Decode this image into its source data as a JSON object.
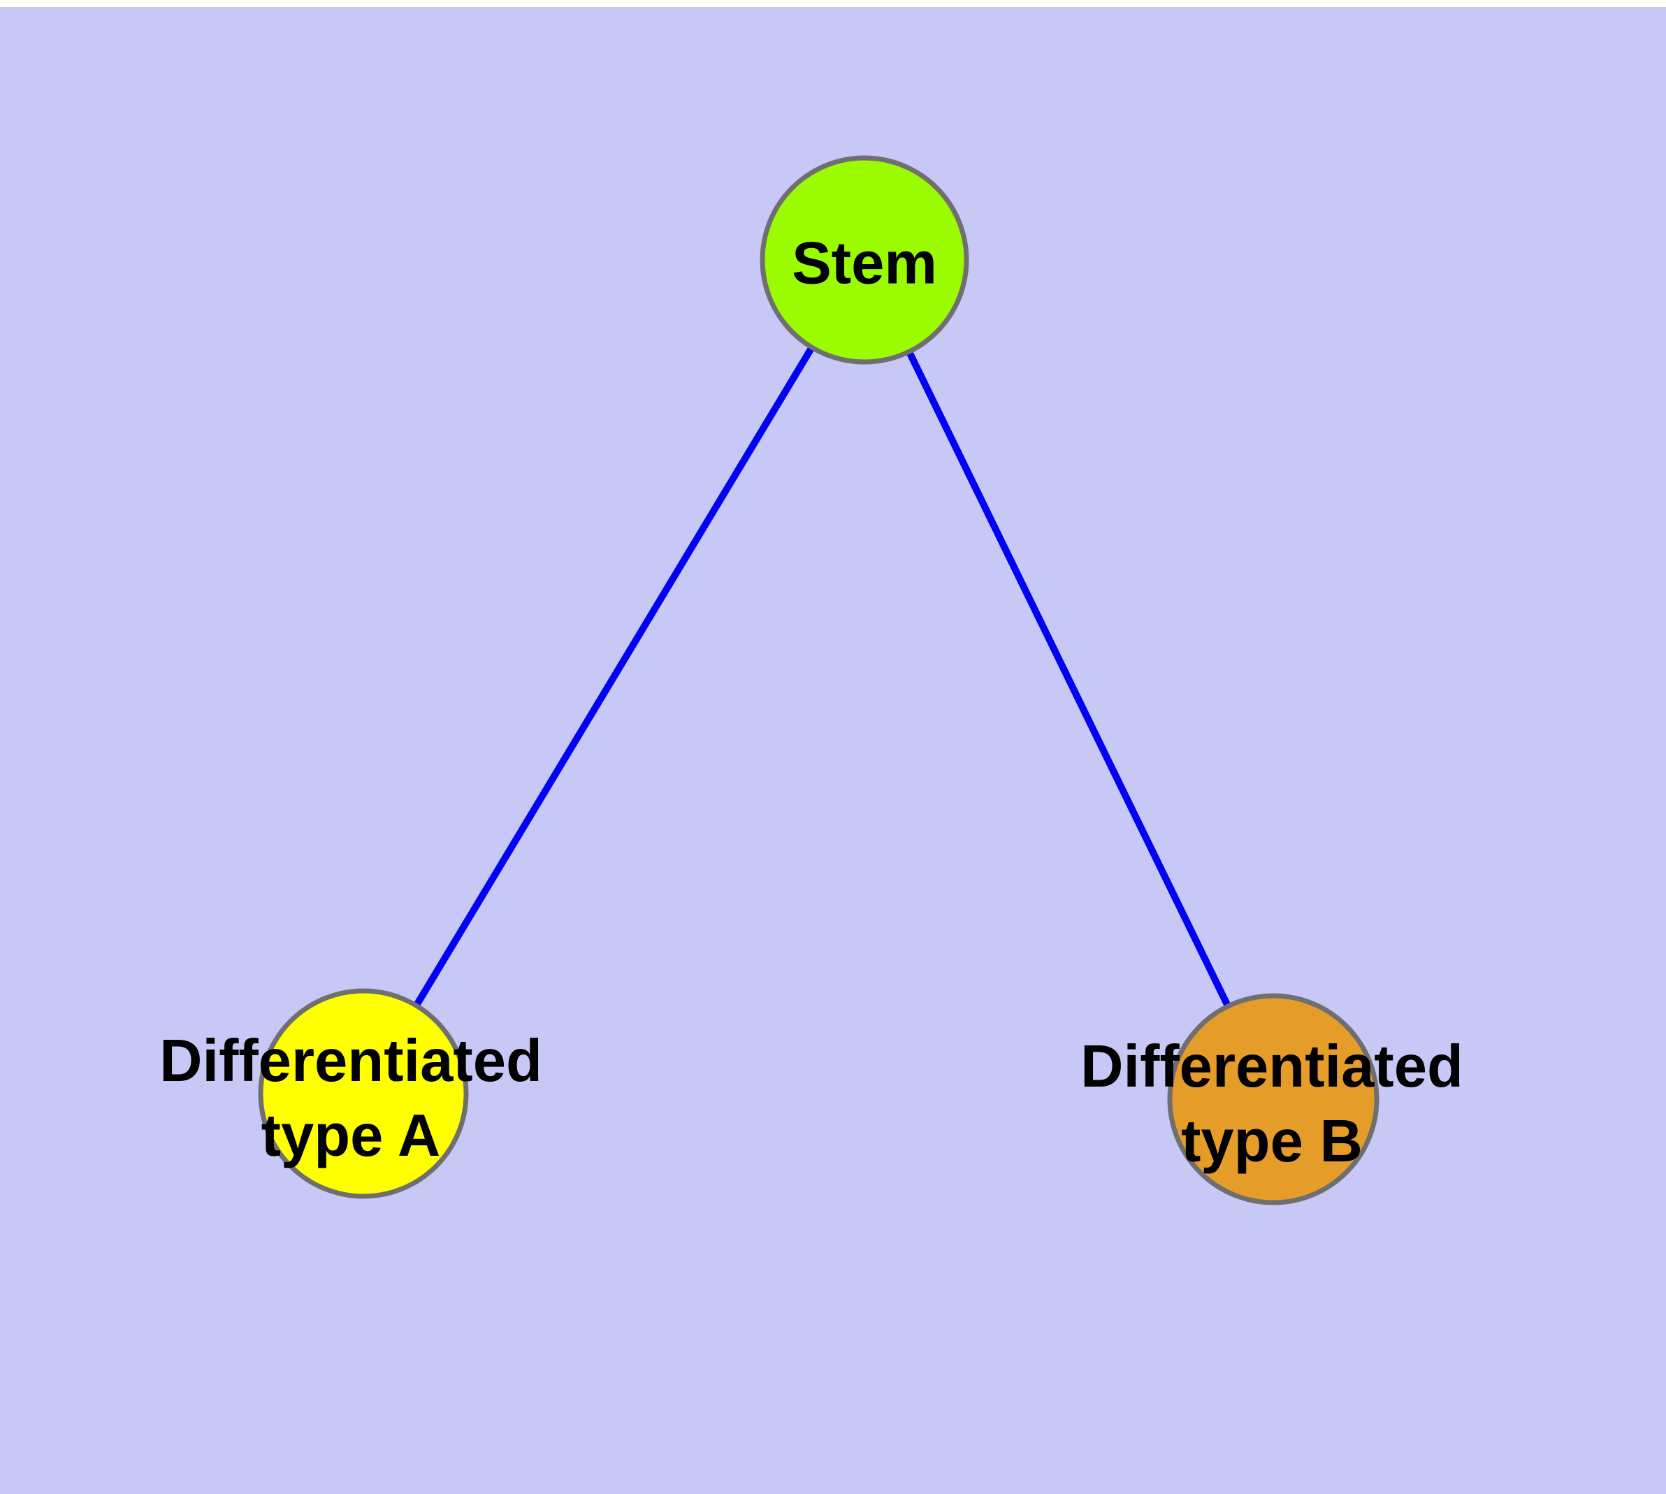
{
  "diagram": {
    "background_color": "#C8C8F7",
    "top_strip_color": "#FFFFFF",
    "nodes": {
      "stem": {
        "label": "Stem",
        "fill_color": "#9BFB00",
        "border_color": "#6F6F6F",
        "text_color": "#000000"
      },
      "type_a": {
        "label_line1": "Differentiated",
        "label_line2": "type A",
        "fill_color": "#FFFF00",
        "border_color": "#6F6F6F",
        "text_color": "#000000"
      },
      "type_b": {
        "label_line1": "Differentiated",
        "label_line2": "type B",
        "fill_color": "#E69C28",
        "border_color": "#6F6F6F",
        "text_color": "#000000"
      }
    },
    "edges": {
      "color": "#0101F5",
      "items": [
        {
          "from": "Stem",
          "to": "Differentiated type A"
        },
        {
          "from": "Stem",
          "to": "Differentiated type B"
        }
      ]
    }
  }
}
